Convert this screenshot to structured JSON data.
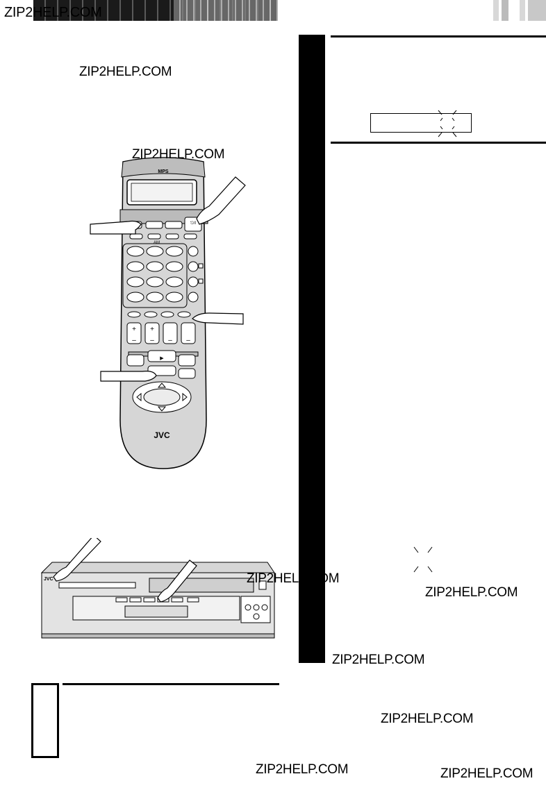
{
  "header": {
    "watermark": "ZIP2HELP.COM"
  },
  "watermarks": [
    "ZIP2HELP.COM",
    "ZIP2HELP.COM",
    "ZIP2HELP.COM",
    "ZIP2HELP.COM",
    "ZIP2HELP.COM",
    "ZIP2HELP.COM",
    "ZIP2HELP.COM",
    "ZIP2HELP.COM",
    "ZIP2HELP.COM"
  ],
  "remote": {
    "brand": "JVC"
  },
  "vcr": {
    "brand": "JVC"
  }
}
